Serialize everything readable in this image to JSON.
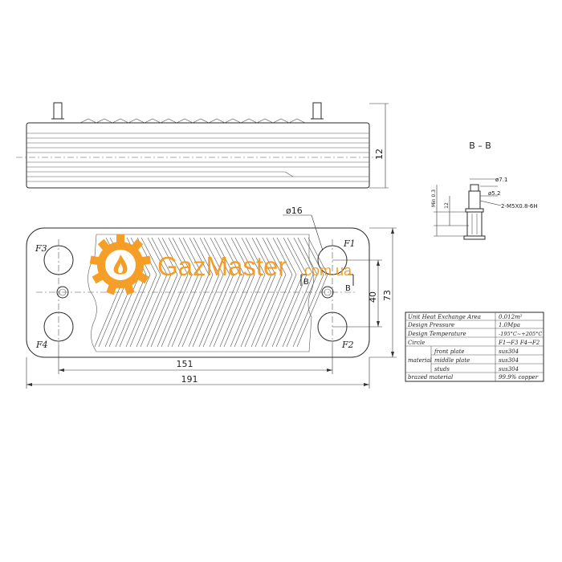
{
  "section_view": {
    "title": "B – B",
    "dims": [
      "ø7.1",
      "ø5.2",
      "2-M5X0.8-6H",
      "Min 0.3",
      "12"
    ]
  },
  "side_view": {
    "dim_height": "12"
  },
  "front_view": {
    "port_labels": [
      "F3",
      "F1",
      "F4",
      "F2"
    ],
    "section_marks": [
      "B",
      "B"
    ],
    "port_diameter": "ø16",
    "dims": {
      "inner_width": "151",
      "outer_width": "191",
      "port_spacing": "40",
      "height": "73"
    }
  },
  "watermark": {
    "brand": "GazMaster",
    "suffix": ".com.ua"
  },
  "spec_table": {
    "rows": [
      {
        "label": "Unit Heat Exchange Area",
        "sub": "",
        "value": "0.012m²"
      },
      {
        "label": "Design Pressure",
        "sub": "",
        "value": "1.0Mpa"
      },
      {
        "label": "Design Temperature",
        "sub": "",
        "value": "-195°C~+205°C"
      },
      {
        "label": "Circle",
        "sub": "",
        "value": "F1→F3  F4→F2"
      },
      {
        "label": "material",
        "sub": "front plate",
        "value": "sus304"
      },
      {
        "label": "",
        "sub": "middle plate",
        "value": "sus304"
      },
      {
        "label": "",
        "sub": "studs",
        "value": "sus304"
      },
      {
        "label": "brazed material",
        "sub": "",
        "value": "99.9% copper"
      }
    ]
  },
  "colors": {
    "watermark": "#f59a1e",
    "line": "#2a2a2a"
  }
}
